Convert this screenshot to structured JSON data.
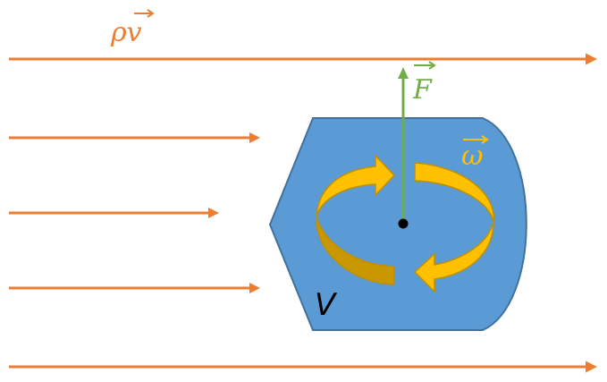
{
  "labels": {
    "flow": "ρv",
    "force": "F",
    "rotation": "ω",
    "volume": "V"
  },
  "colors": {
    "flow": "#ED7D31",
    "body_fill": "#5B9BD5",
    "body_stroke": "#41719C",
    "force": "#70AD47",
    "rotation_front": "#FFC000",
    "rotation_back": "#C99700",
    "rotation_stroke": "#BF8F00",
    "volume_text": "#000000",
    "pivot": "#000000"
  }
}
